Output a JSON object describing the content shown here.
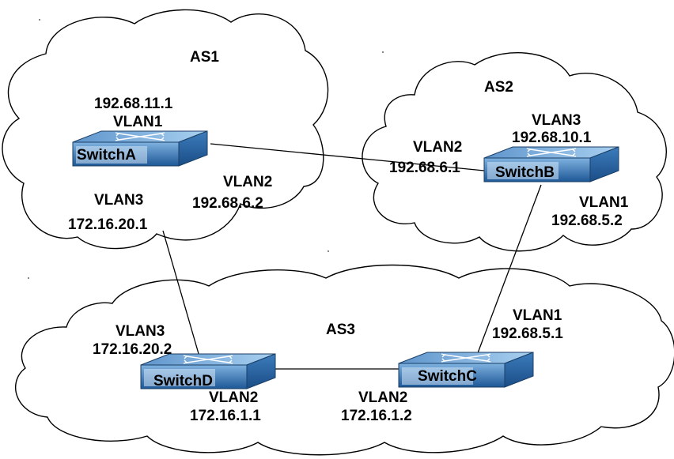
{
  "colors": {
    "cloud_stroke": "#000000",
    "link_stroke": "#000000",
    "switch_front_top": "#6fa3d4",
    "switch_front_bottom": "#1f5a99",
    "switch_top": "#8ebde6",
    "switch_side": "#2d6cad",
    "switch_label_bg": "#cfe2f5"
  },
  "icons": {
    "switch": "network-switch-icon",
    "arrows": "crossed-arrows-icon"
  },
  "clouds": {
    "as1": {
      "label": "AS1"
    },
    "as2": {
      "label": "AS2"
    },
    "as3": {
      "label": "AS3"
    }
  },
  "switches": {
    "a": {
      "name": "SwitchA"
    },
    "b": {
      "name": "SwitchB"
    },
    "c": {
      "name": "SwitchC"
    },
    "d": {
      "name": "SwitchD"
    }
  },
  "interfaces": {
    "a_vlan1_ip": "192.68.11.1",
    "a_vlan1_name": "VLAN1",
    "a_vlan2_name": "VLAN2",
    "a_vlan2_ip": "192.68.6.2",
    "a_vlan3_name": "VLAN3",
    "a_vlan3_ip": "172.16.20.1",
    "b_vlan3_name": "VLAN3",
    "b_vlan3_ip": "192.68.10.1",
    "b_vlan2_name": "VLAN2",
    "b_vlan2_ip": "192.68.6.1",
    "b_vlan1_name": "VLAN1",
    "b_vlan1_ip": "192.68.5.2",
    "c_vlan1_name": "VLAN1",
    "c_vlan1_ip": "192.68.5.1",
    "c_vlan2_name": "VLAN2",
    "c_vlan2_ip": "172.16.1.2",
    "d_vlan3_name": "VLAN3",
    "d_vlan3_ip": "172.16.20.2",
    "d_vlan2_name": "VLAN2",
    "d_vlan2_ip": "172.16.1.1"
  }
}
